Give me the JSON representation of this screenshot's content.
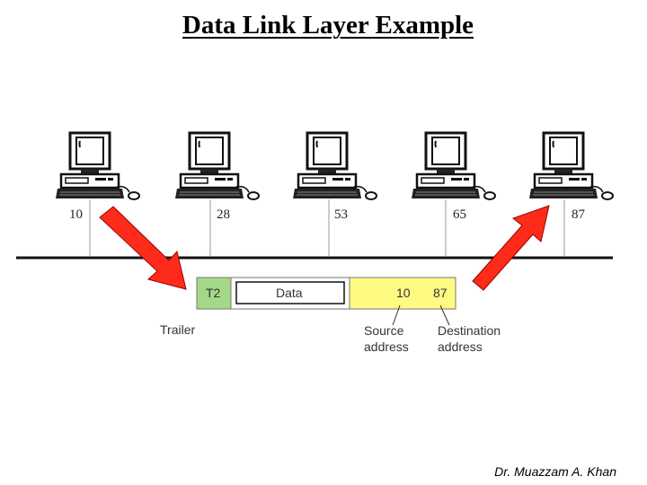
{
  "title": "Data Link Layer Example",
  "author": "Dr. Muazzam A. Khan",
  "stations": [
    {
      "address": "10"
    },
    {
      "address": "28"
    },
    {
      "address": "53"
    },
    {
      "address": "65"
    },
    {
      "address": "87"
    }
  ],
  "frame": {
    "trailer_field": "T2",
    "data_field": "Data",
    "source_field": "10",
    "destination_field": "87"
  },
  "labels": {
    "trailer": "Trailer",
    "source_line1": "Source",
    "source_line2": "address",
    "destination_line1": "Destination",
    "destination_line2": "address"
  },
  "colors": {
    "arrow": "#ff2b1a",
    "trailer_fill": "#a3d886",
    "header_fill": "#fffa82",
    "bus": "#111111"
  }
}
